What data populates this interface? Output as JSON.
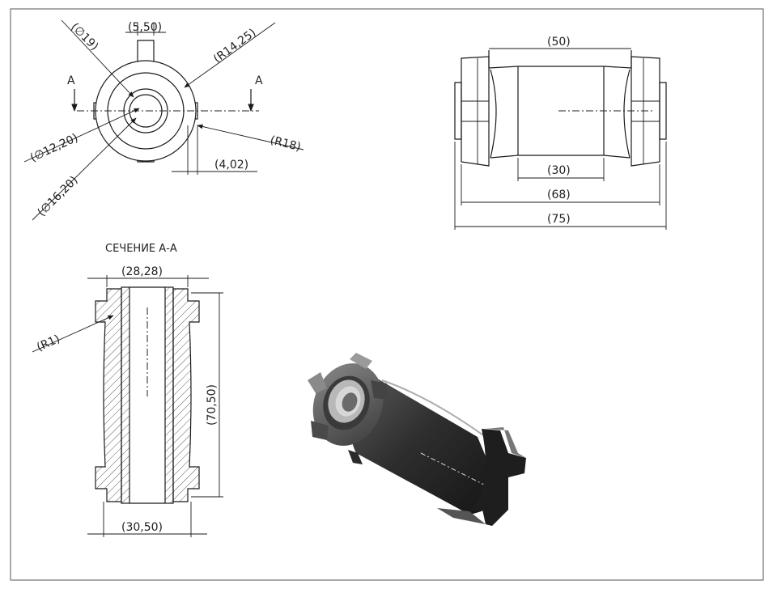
{
  "top_view": {
    "dims": {
      "d19": "(∅19)",
      "w550": "(5,50)",
      "r1425": "(R14,25)",
      "d1220": "(∅12,20)",
      "d1620": "(∅16,20)",
      "r18": "(R18)",
      "w402": "(4,02)"
    },
    "section_mark_left": "A",
    "section_mark_right": "A"
  },
  "side_view": {
    "dims": {
      "d50": "(50)",
      "d30": "(30)",
      "d68": "(68)",
      "d75": "(75)"
    }
  },
  "section_view": {
    "title": "СЕЧЕНИЕ А-А",
    "dims": {
      "d2828": "(28,28)",
      "r1": "(R1)",
      "d7050": "(70,50)",
      "d3050": "(30,50)"
    }
  }
}
